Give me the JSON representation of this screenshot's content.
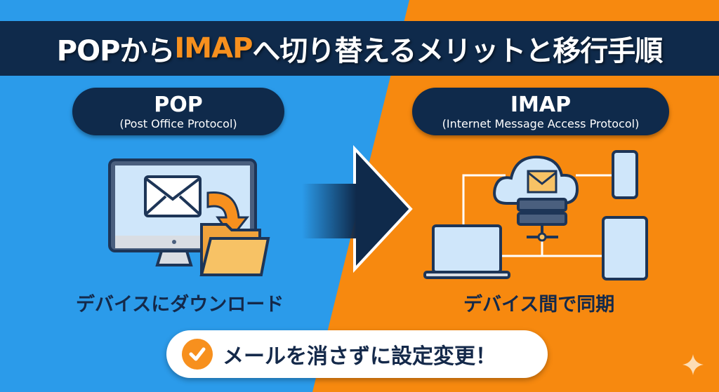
{
  "title": {
    "prefix": "POPから",
    "highlight": "IMAP",
    "suffix": "へ切り替えるメリットと移行手順"
  },
  "pop": {
    "name": "POP",
    "full": "(Post Office Protocol)",
    "caption": "デバイスにダウンロード"
  },
  "imap": {
    "name": "IMAP",
    "full": "(Internet Message Access Protocol)",
    "caption": "デバイス間で同期"
  },
  "callout": {
    "text": "メールを消さずに設定変更！"
  },
  "colors": {
    "blue": "#2b9bea",
    "orange": "#f7890f",
    "navy": "#0f2a4b",
    "accent": "#f7901e"
  }
}
